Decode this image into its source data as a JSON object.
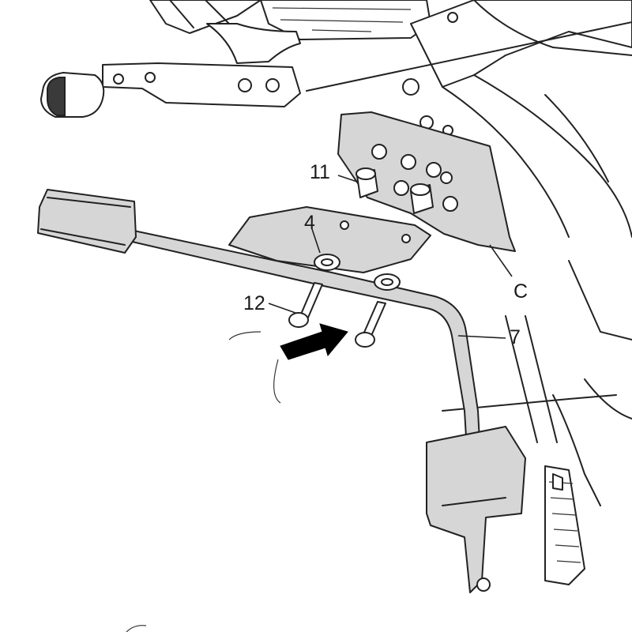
{
  "callouts": {
    "c11": "11",
    "c4": "4",
    "c12": "12",
    "cC": "C",
    "c7": "7"
  },
  "colors": {
    "ink": "#222222",
    "metal_fill": "#d6d6d6",
    "arrow_fill": "#000000",
    "background": "#ffffff"
  }
}
